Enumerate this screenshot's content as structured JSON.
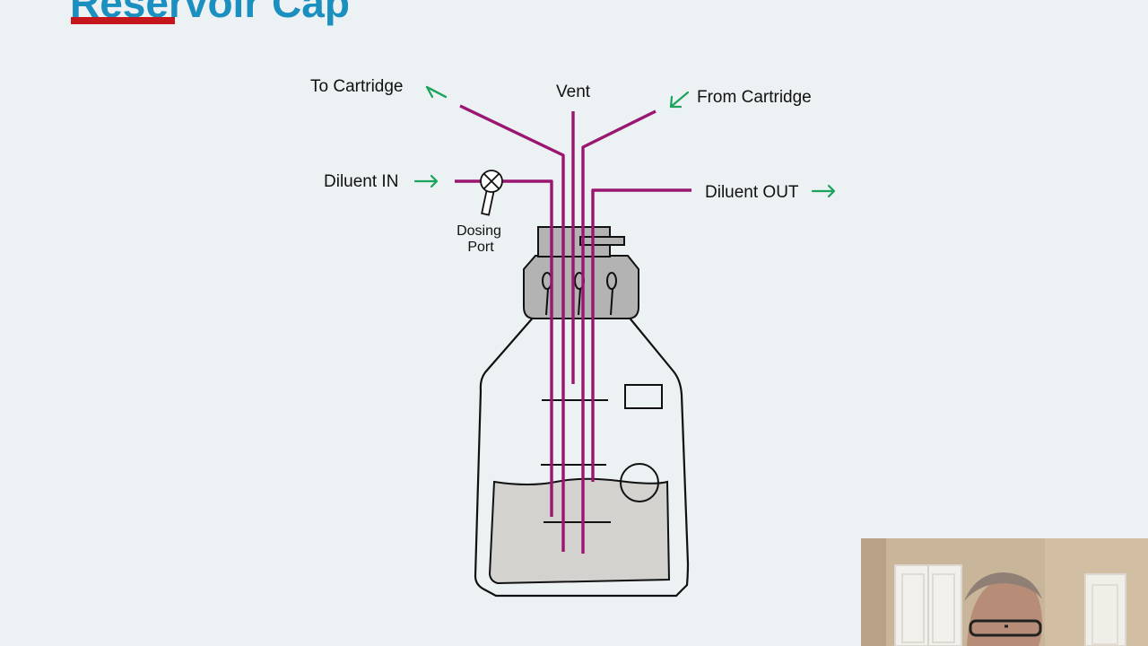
{
  "slide": {
    "title": "Reservoir Cap"
  },
  "diagram": {
    "labels": {
      "to_cartridge": "To Cartridge",
      "vent": "Vent",
      "from_cartridge": "From Cartridge",
      "diluent_in": "Diluent IN",
      "diluent_out": "Diluent OUT",
      "dosing_port_line1": "Dosing",
      "dosing_port_line2": "Port"
    }
  },
  "colors": {
    "title": "#1b8fc0",
    "title_underline": "#c4161c",
    "tubing": "#9b1670",
    "flow_arrows": "#1aa35a",
    "cap": "#b3b3b3",
    "liquid": "#d4d2cf",
    "background": "#ecf1f4"
  },
  "video_inset": {
    "content": "presenter-webcam"
  }
}
